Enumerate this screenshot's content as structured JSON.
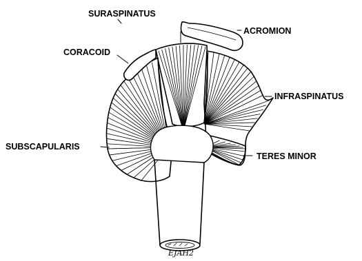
{
  "labels": {
    "supraspinatus": "SURASPINATUS",
    "acromion": "ACROMION",
    "coracoid": "CORACOID",
    "infraspinatus": "INFRASPINATUS",
    "subscapularis": "SUBSCAPULARIS",
    "teres_minor": "TERES MINOR"
  },
  "signature": "EJAH2",
  "colors": {
    "line": "#000000",
    "fill": "#ffffff"
  }
}
